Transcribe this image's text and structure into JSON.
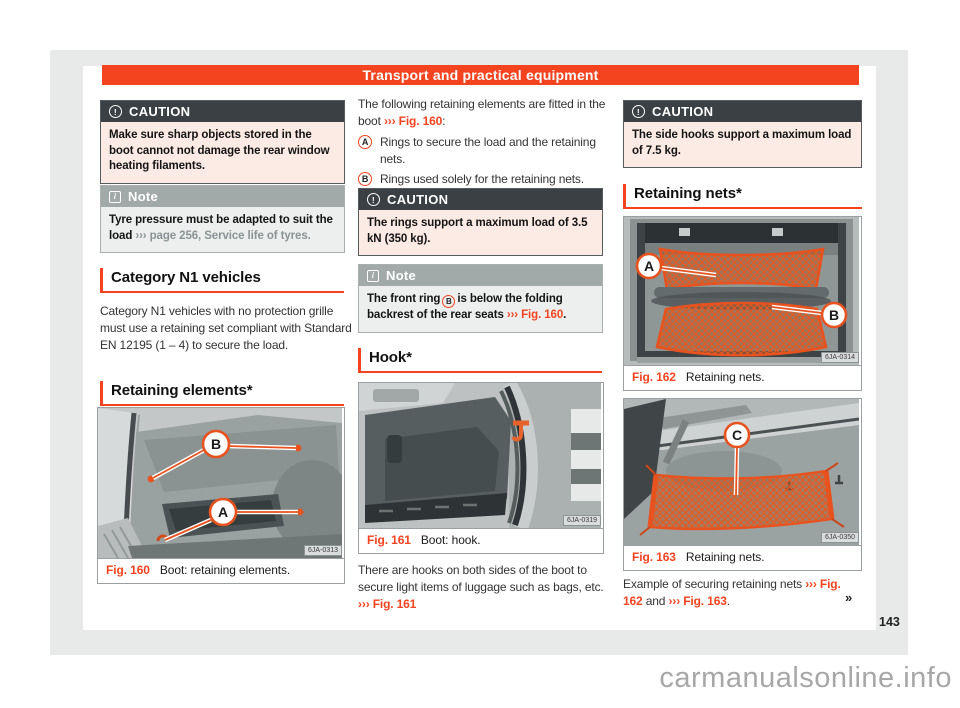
{
  "header": {
    "title": "Transport and practical equipment"
  },
  "icons": {
    "caution": "!",
    "note": "i"
  },
  "columns": {
    "left": {
      "caution": {
        "title": "CAUTION",
        "body": "Make sure sharp objects stored in the boot cannot not damage the rear window heating filaments."
      },
      "note": {
        "title": "Note",
        "text": "Tyre pressure must be adapted to suit the load ",
        "link": "››› page 256, Service life of tyres."
      },
      "heading_category": "Category N1 vehicles",
      "para_category": "Category N1 vehicles with no protection grille must use a retaining set compliant with Standard EN 12195 (1 – 4) to secure the load.",
      "heading_retaining": "Retaining elements*",
      "fig160": {
        "label": "Fig. 160",
        "caption": "Boot: retaining elements.",
        "code": "6JA-0313",
        "marker_a": "A",
        "marker_b": "B"
      }
    },
    "middle": {
      "intro": {
        "text": "The following retaining elements are fitted in the boot ",
        "link": "››› Fig. 160",
        "tail": ":"
      },
      "items": [
        {
          "marker": "A",
          "text": "Rings to secure the load and the retaining nets."
        },
        {
          "marker": "B",
          "text": "Rings used solely for the retaining nets."
        }
      ],
      "caution": {
        "title": "CAUTION",
        "body": "The rings support a maximum load of 3.5 kN (350 kg)."
      },
      "note": {
        "title": "Note",
        "pre": "The front ring",
        "marker": "B",
        "mid": "is below the folding backrest of the rear seats ",
        "link": "››› Fig. 160",
        "tail": "."
      },
      "heading_hook": "Hook*",
      "fig161": {
        "label": "Fig. 161",
        "caption": "Boot: hook.",
        "code": "6JA-0319"
      },
      "para_hooks": {
        "text": "There are hooks on both sides of the boot to secure light items of luggage such as bags, etc. ",
        "link": "››› Fig. 161"
      }
    },
    "right": {
      "caution": {
        "title": "CAUTION",
        "body": "The side hooks support a maximum load of 7.5 kg."
      },
      "heading_nets": "Retaining nets*",
      "fig162": {
        "label": "Fig. 162",
        "caption": "Retaining nets.",
        "code": "6JA-0314",
        "marker_a": "A",
        "marker_b": "B"
      },
      "fig163": {
        "label": "Fig. 163",
        "caption": "Retaining nets.",
        "code": "6JA-0350",
        "marker_c": "C"
      },
      "para_example": {
        "text": "Example of securing retaining nets ",
        "link1": "››› Fig. 162",
        "mid": " and ",
        "link2": "››› Fig. 163",
        "tail": "."
      },
      "more": "»"
    }
  },
  "footer": {
    "page_number": "143",
    "watermark": "carmanualsonline.info"
  }
}
